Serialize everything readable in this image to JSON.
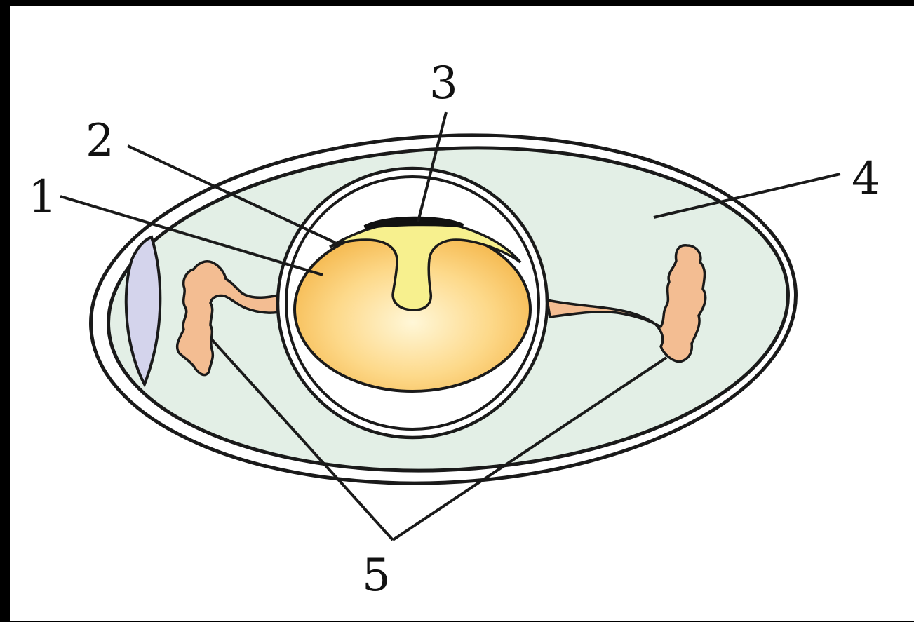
{
  "labels": {
    "l1": "1",
    "l2": "2",
    "l3": "3",
    "l4": "4",
    "l5": "5"
  },
  "colors": {
    "albumen": "#e3efe6",
    "air_cell": "#d4d4ec",
    "yolk_edge": "#f6b94e",
    "yolk_center": "#fff6d2",
    "germinal_disc": "#f7f08e",
    "chalaza": "#f3bd92",
    "blastodisc": "#111111",
    "outline": "#1a1a1a"
  }
}
